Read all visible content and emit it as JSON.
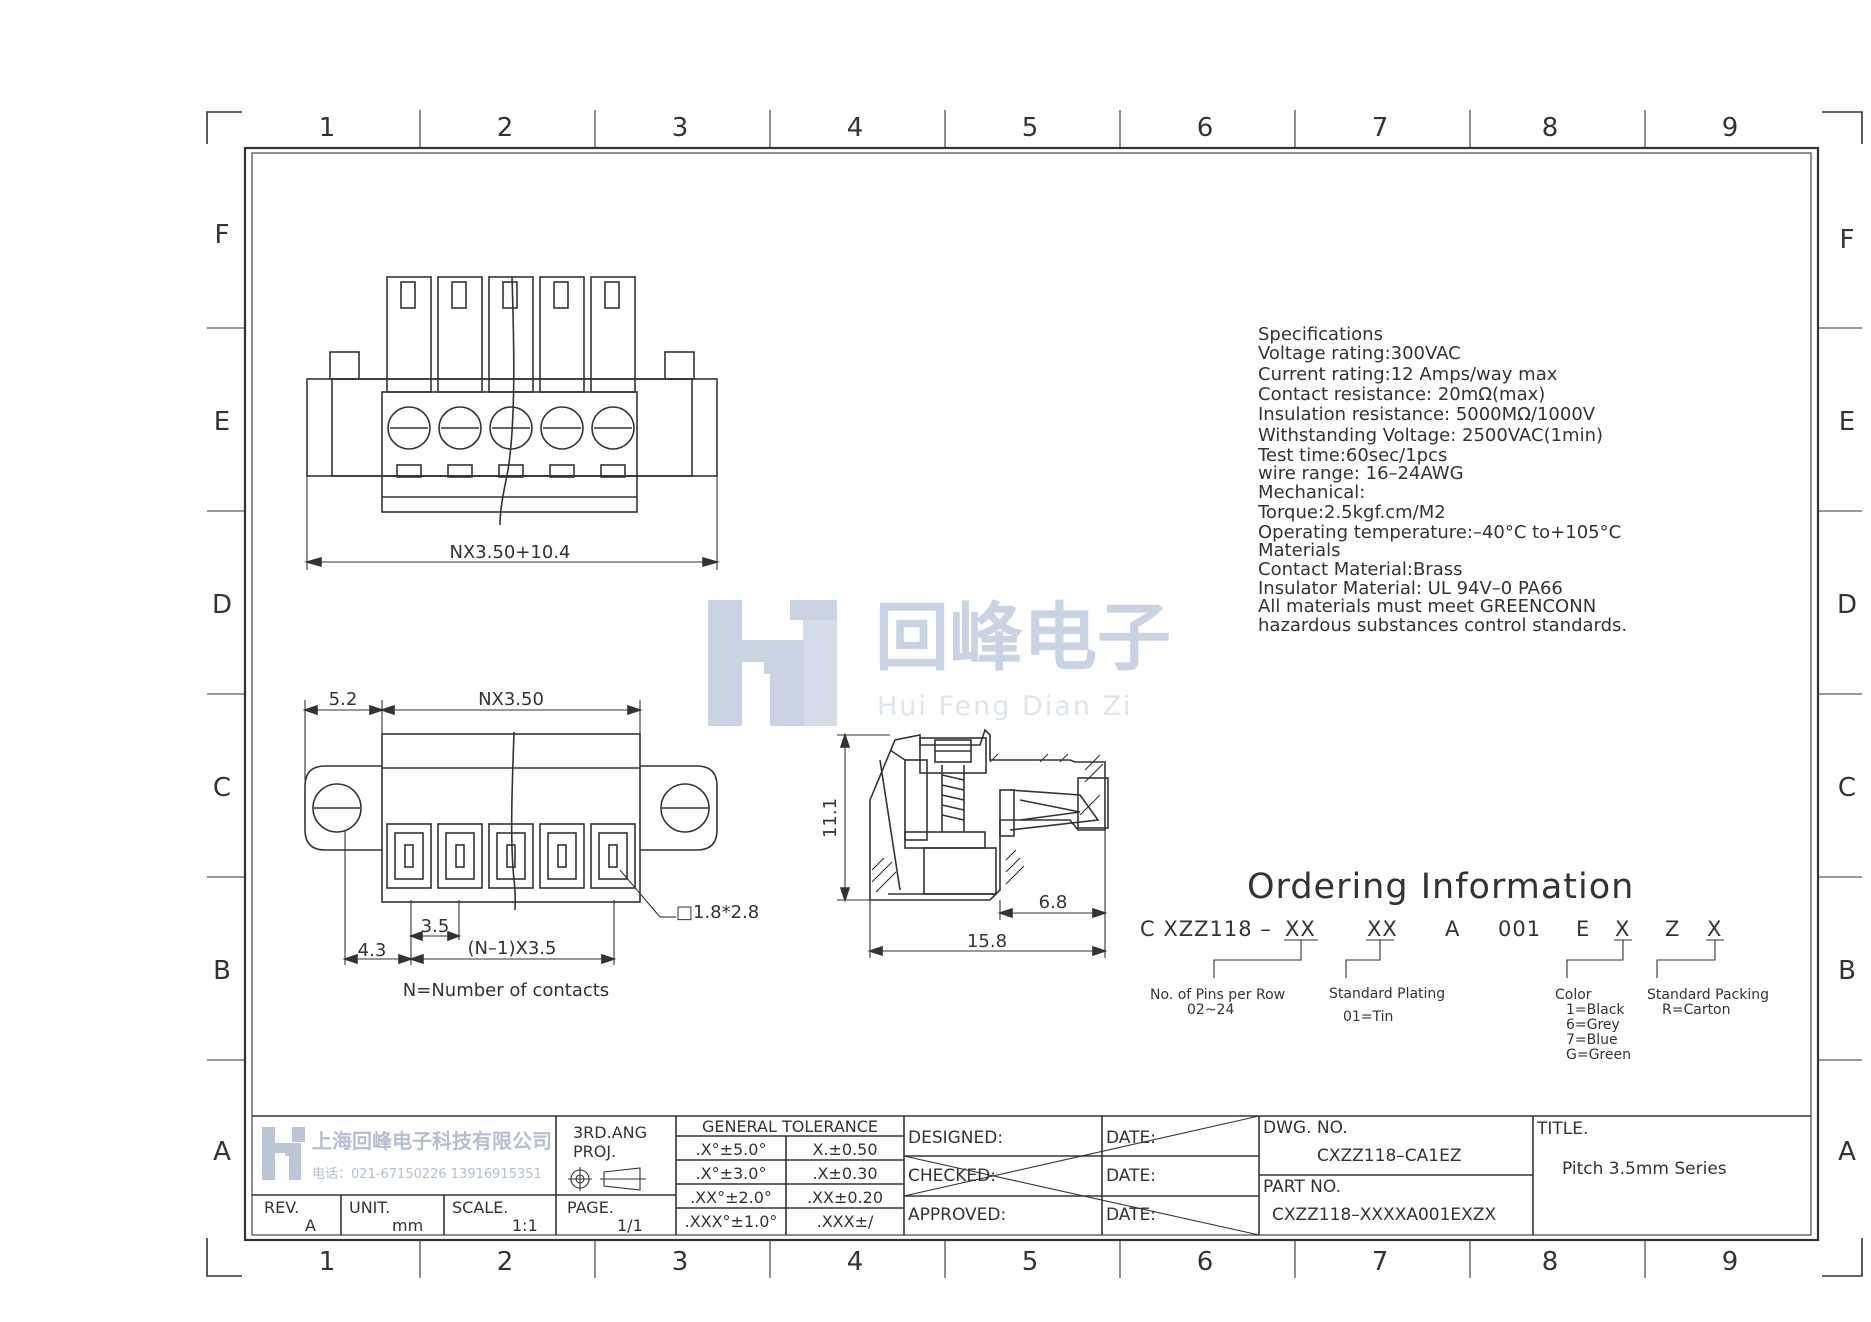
{
  "grid": {
    "columns": [
      "1",
      "2",
      "3",
      "4",
      "5",
      "6",
      "7",
      "8",
      "9"
    ],
    "rows": [
      "F",
      "E",
      "D",
      "C",
      "B",
      "A"
    ]
  },
  "watermark": {
    "name_cn": "回峰电子",
    "name_pinyin": "Hui Feng Dian Zi"
  },
  "specifications": [
    "Specifications",
    "Voltage rating:300VAC",
    "Current rating:12 Amps/way max",
    "Contact resistance: 20mΩ(max)",
    "Insulation resistance: 5000MΩ/1000V",
    "Withstanding Voltage: 2500VAC(1min)",
    "Test time:60sec/1pcs",
    "wire range: 16–24AWG",
    "Mechanical:",
    "Torque:2.5kgf.cm/M2",
    "Operating temperature:–40°C to+105°C",
    "Materials",
    "Contact Material:Brass",
    "Insulator Material: UL 94V–0 PA66",
    "All materials must meet GREENCONN",
    "hazardous substances control standards."
  ],
  "dimensions": {
    "front_overall": "NX3.50+10.4",
    "top_left": "5.2",
    "top_pitch_total": "NX3.50",
    "pitch": "3.5",
    "offset": "4.3",
    "pitch_total": "(N–1)X3.5",
    "pin_square": "□1.8*2.8",
    "note": "N=Number of contacts",
    "side_height": "11.1",
    "side_short": "6.8",
    "side_long": "15.8"
  },
  "ordering": {
    "title": "Ordering Information",
    "code_parts": [
      "C XZZ118 –",
      "XX",
      "XX",
      "A",
      "001",
      "E",
      "X",
      "Z",
      "X"
    ],
    "pins_label": "No. of Pins per Row",
    "pins_range": "02~24",
    "plating_label": "Standard Plating",
    "plating_value": "01=Tin",
    "color_label": "Color",
    "color_values": [
      "1=Black",
      "6=Grey",
      "7=Blue",
      "G=Green"
    ],
    "packing_label": "Standard Packing",
    "packing_value": "R=Carton"
  },
  "title_block": {
    "company_cn": "上海回峰电子科技有限公司",
    "company_phone": "电话：021-67150226  13916915351",
    "rev_label": "REV.",
    "rev_value": "A",
    "unit_label": "UNIT.",
    "unit_value": "mm",
    "scale_label": "SCALE.",
    "scale_value": "1:1",
    "proj_line1": "3RD.ANG",
    "proj_line2": "PROJ.",
    "page_label": "PAGE.",
    "page_value": "1/1",
    "tolerance_title": "GENERAL TOLERANCE",
    "tolerance_rows": [
      [
        ".X°±5.0°",
        "X.±0.50"
      ],
      [
        ".X°±3.0°",
        ".X±0.30"
      ],
      [
        ".XX°±2.0°",
        ".XX±0.20"
      ],
      [
        ".XXX°±1.0°",
        ".XXX±/"
      ]
    ],
    "designed_label": "DESIGNED:",
    "checked_label": "CHECKED:",
    "approved_label": "APPROVED:",
    "date_label": "DATE:",
    "dwg_no_label": "DWG. NO.",
    "dwg_no_value": "CXZZ118–CA1EZ",
    "part_no_label": "PART NO.",
    "part_no_value": "CXZZ118–XXXXA001EXZX",
    "title_label": "TITLE.",
    "title_value": "Pitch 3.5mm Series"
  }
}
